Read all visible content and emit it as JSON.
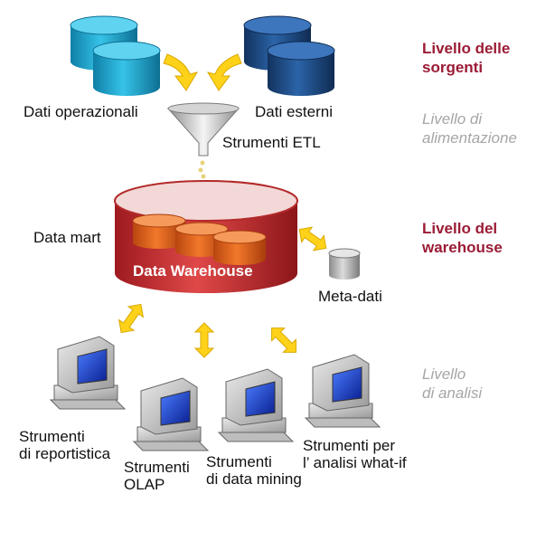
{
  "levels": {
    "sorgenti": {
      "line1": "Livello delle",
      "line2": "sorgenti"
    },
    "alimentazione": {
      "line1": "Livello di",
      "line2": "alimentazione"
    },
    "warehouse": {
      "line1": "Livello del",
      "line2": "warehouse"
    },
    "analisi": {
      "line1": "Livello",
      "line2": "di analisi"
    }
  },
  "sources": {
    "operational_label": "Dati operazionali",
    "external_label": "Dati esterni"
  },
  "etl_label": "Strumenti ETL",
  "warehouse": {
    "title": "Data Warehouse",
    "data_mart_label": "Data mart",
    "metadata_label": "Meta-dati"
  },
  "tools": {
    "reporting": {
      "line1": "Strumenti",
      "line2": "di reportistica"
    },
    "olap": {
      "line1": "Strumenti",
      "line2": "OLAP"
    },
    "data_mining": {
      "line1": "Strumenti",
      "line2": "di data mining"
    },
    "what_if": {
      "line1": "Strumenti per",
      "line2": "l’ analisi what-if"
    }
  },
  "colors": {
    "level_strong": "#9b1b35",
    "level_soft": "#a6a6a6",
    "operational_db": "#22a9d2",
    "external_db": "#1e4f8c",
    "warehouse": "#c62f2f",
    "data_mart": "#e8661e",
    "arrow": "#ffd21a"
  }
}
